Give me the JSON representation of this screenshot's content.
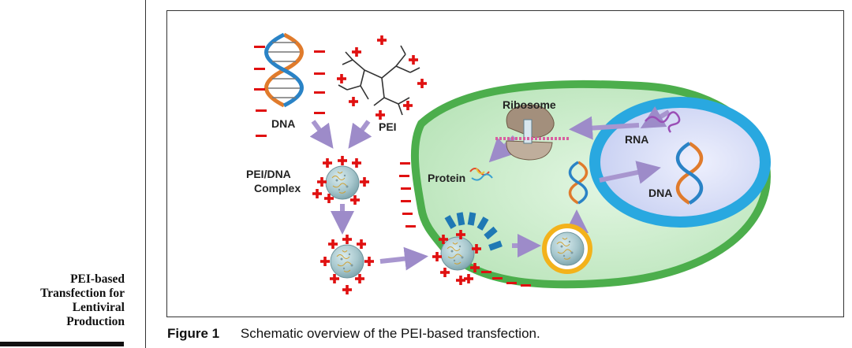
{
  "sidebar": {
    "title_lines": [
      "PEI-based",
      "Transfection for",
      "Lentiviral",
      "Production"
    ]
  },
  "figure": {
    "labels": {
      "dna_top": "DNA",
      "pei": "PEI",
      "complex_line1": "PEI/DNA",
      "complex_line2": "Complex",
      "ribosome": "Ribosome",
      "protein": "Protein",
      "rna": "RNA",
      "dna_nucleus": "DNA"
    },
    "colors": {
      "cell_membrane": "#4cae4c",
      "cytoplasm": "#c3ebc3",
      "nuclear_envelope": "#29a8e0",
      "nucleoplasm": "#d6dcf6",
      "charge": "#e01010",
      "arrow": "#a896cf",
      "endosome_ring": "#f3b21b",
      "clathrin_coat": "#1f78b4"
    }
  },
  "caption": {
    "label": "Figure 1",
    "text": "Schematic overview of the PEI-based transfection."
  }
}
